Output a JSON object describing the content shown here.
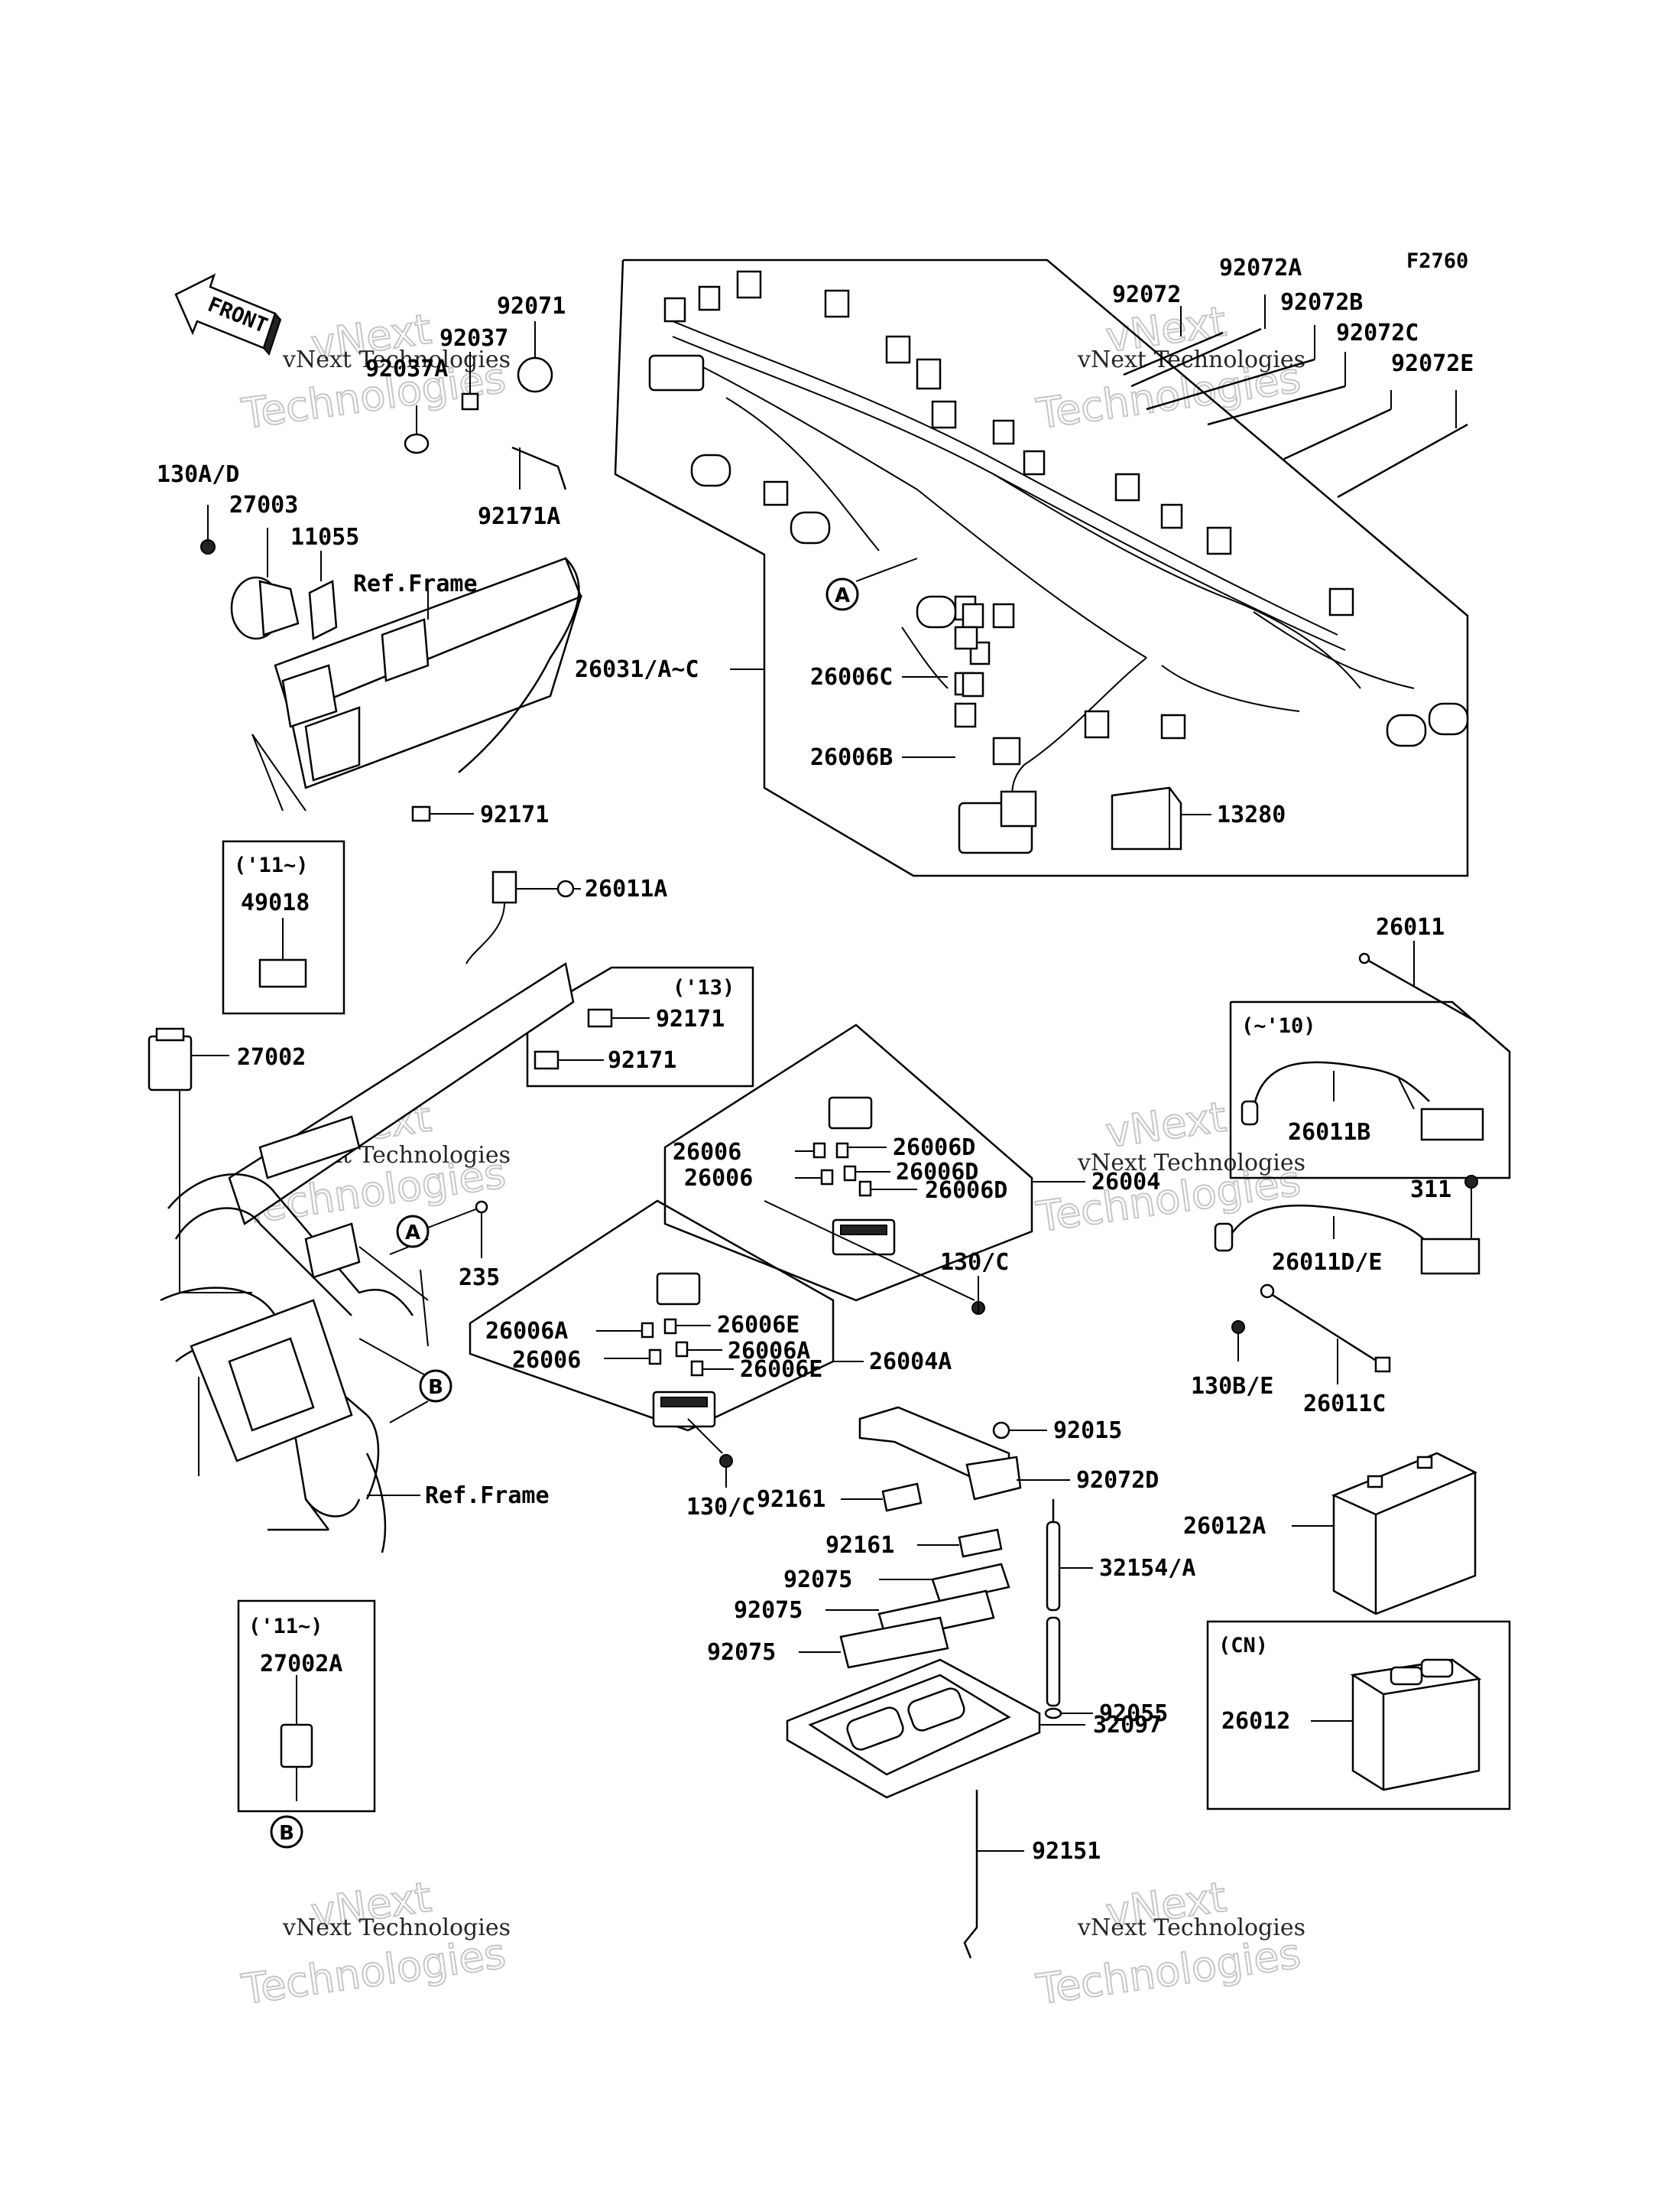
{
  "diagram": {
    "code": "F2760",
    "front_label": "FRONT",
    "watermark": {
      "line1": "vNext",
      "line2": "vNext Technologies",
      "line3": "Technologies"
    },
    "callouts": {
      "a": "A",
      "b": "B"
    },
    "boxes": {
      "y11_top": "('11~)",
      "y13": "('13)",
      "y10": "(~'10)",
      "y11_bottom": "('11~)",
      "cn": "(CN)"
    },
    "labels": {
      "p92071": "92071",
      "p92037": "92037",
      "p92037A": "92037A",
      "p92171A": "92171A",
      "p130AD": "130A/D",
      "p27003": "27003",
      "p11055": "11055",
      "refframe1": "Ref.Frame",
      "p26031": "26031/A~C",
      "p26006C": "26006C",
      "p26006B": "26006B",
      "p13280": "13280",
      "p92171_a": "92171",
      "p49018": "49018",
      "p26011A": "26011A",
      "p92171_b": "92171",
      "p92171_c": "92171",
      "p27002": "27002",
      "p26006_1": "26006",
      "p26006_2": "26006",
      "p26006D_1": "26006D",
      "p26006D_2": "26006D",
      "p26006D_3": "26006D",
      "p26004": "26004",
      "p235": "235",
      "p130C_1": "130/C",
      "p26006A_1": "26006A",
      "p26006A_2": "26006A",
      "p26006_3": "26006",
      "p26006E_1": "26006E",
      "p26006E_2": "26006E",
      "p26004A": "26004A",
      "refframe2": "Ref.Frame",
      "p130C_2": "130/C",
      "p92072": "92072",
      "p92072A": "92072A",
      "p92072B": "92072B",
      "p92072C": "92072C",
      "p92072E": "92072E",
      "p26011": "26011",
      "p26011B": "26011B",
      "p311": "311",
      "p26011DE": "26011D/E",
      "p130BE": "130B/E",
      "p26011C": "26011C",
      "p92015": "92015",
      "p92072D": "92072D",
      "p92161_1": "92161",
      "p92161_2": "92161",
      "p92075_1": "92075",
      "p92075_2": "92075",
      "p92075_3": "92075",
      "p32154A": "32154/A",
      "p26012A": "26012A",
      "p92055": "92055",
      "p32097": "32097",
      "p26012": "26012",
      "p27002A": "27002A",
      "p92151": "92151"
    }
  }
}
